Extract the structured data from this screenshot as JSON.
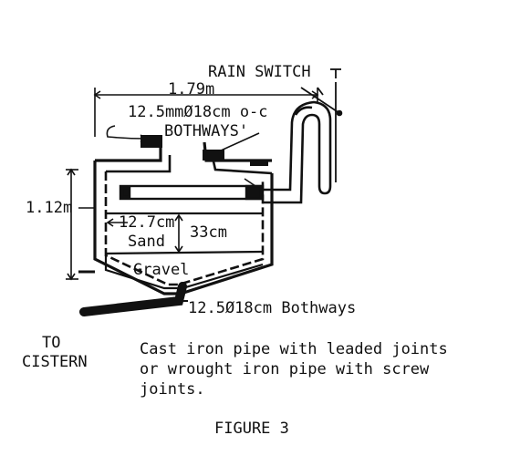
{
  "labels": {
    "rain_switch": "RAIN SWITCH",
    "width_dim": "1.79m",
    "top_pipe_spec": "12.5mmØ18cm o-c",
    "bothways_top": "BOTHWAYS'",
    "height_dim": "1.12m",
    "sand_depth": "12.7cm",
    "sand": "Sand",
    "sand_height": "33cm",
    "gravel": "Gravel",
    "bottom_pipe_spec": "12.5Ø18cm Bothways",
    "to_cistern_line1": "TO",
    "to_cistern_line2": "CISTERN",
    "figure_label": "FIGURE 3"
  },
  "caption": {
    "line1": "Cast iron pipe with leaded joints",
    "line2": "or wrought iron pipe with screw",
    "line3": "joints."
  },
  "colors": {
    "ink": "#111111",
    "background": "#ffffff"
  }
}
